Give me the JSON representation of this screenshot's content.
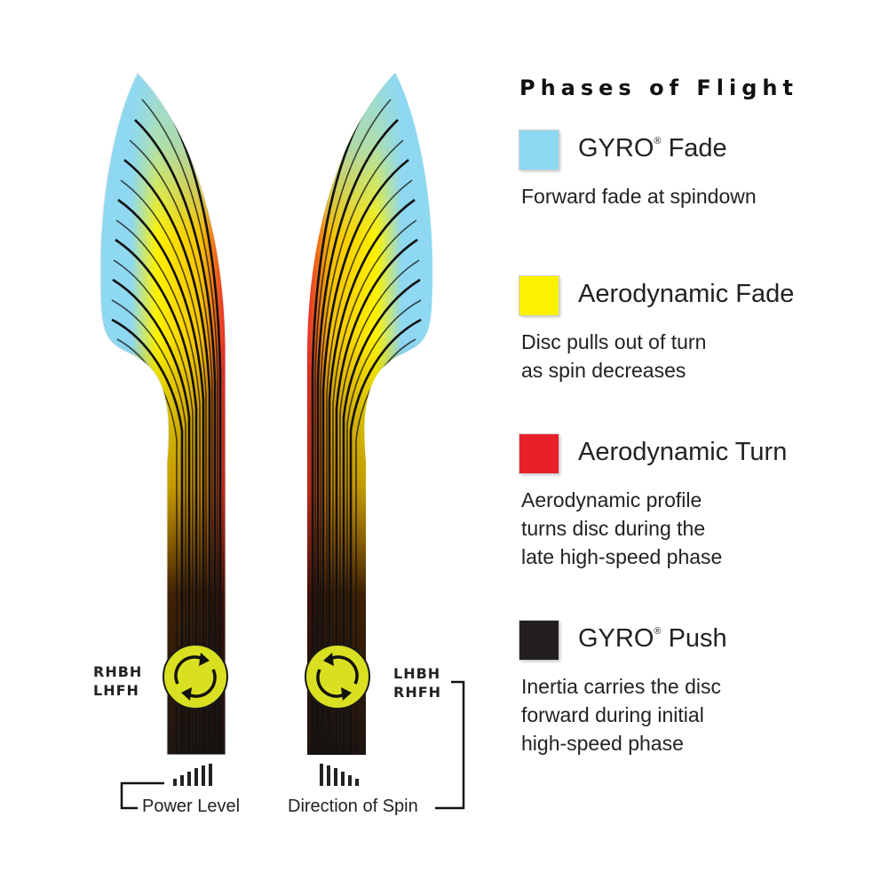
{
  "legend": {
    "title": "Phases of Flight",
    "items": [
      {
        "label": "GYRO",
        "reg": "®",
        "label_rest": " Fade",
        "color": "#8ed8f2",
        "desc": [
          "Forward fade at spindown"
        ]
      },
      {
        "label": "Aerodynamic Fade",
        "reg": "",
        "label_rest": "",
        "color": "#fff200",
        "desc": [
          "Disc pulls out of turn",
          "as spin decreases"
        ]
      },
      {
        "label": "Aerodynamic Turn",
        "reg": "",
        "label_rest": "",
        "color": "#e8202a",
        "desc": [
          "Aerodynamic profile",
          "turns disc during the",
          "late high-speed phase"
        ]
      },
      {
        "label": "GYRO",
        "reg": "®",
        "label_rest": " Push",
        "color": "#231f20",
        "desc": [
          "Inertia carries the disc",
          "forward during initial",
          "high-speed phase"
        ]
      }
    ]
  },
  "left_shape": {
    "throws": [
      "RHBH",
      "LHFH"
    ],
    "spin_icon": "clockwise-rotation-icon"
  },
  "right_shape": {
    "throws": [
      "LHBH",
      "RHFH"
    ],
    "spin_icon": "counterclockwise-rotation-icon"
  },
  "captions": {
    "power_level": "Power Level",
    "direction_of_spin": "Direction of Spin"
  },
  "colors": {
    "spin_disc": "#d9e021",
    "outline": "#111111"
  }
}
